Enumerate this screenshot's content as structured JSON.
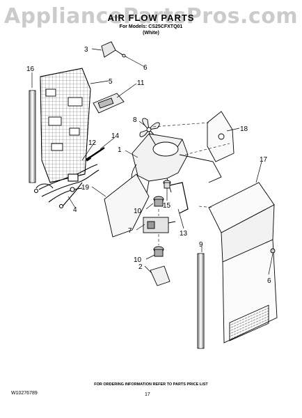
{
  "header": {
    "watermark": "AppliancePartsPros.com",
    "title": "AIR FLOW PARTS",
    "models": "For Models: CS25CFXTQ01",
    "color": "(White)"
  },
  "callouts": {
    "c1": "1",
    "c2": "2",
    "c3": "3",
    "c4": "4",
    "c5": "5",
    "c6a": "6",
    "c6b": "6",
    "c7": "7",
    "c8": "8",
    "c9": "9",
    "c10a": "10",
    "c10b": "10",
    "c11": "11",
    "c12": "12",
    "c13": "13",
    "c14": "14",
    "c15": "15",
    "c16": "16",
    "c17": "17",
    "c18": "18",
    "c19": "19"
  },
  "footer": {
    "note": "FOR ORDERING INFORMATION REFER TO PARTS PRICE LIST",
    "part_number": "W10276789",
    "page": "17"
  }
}
